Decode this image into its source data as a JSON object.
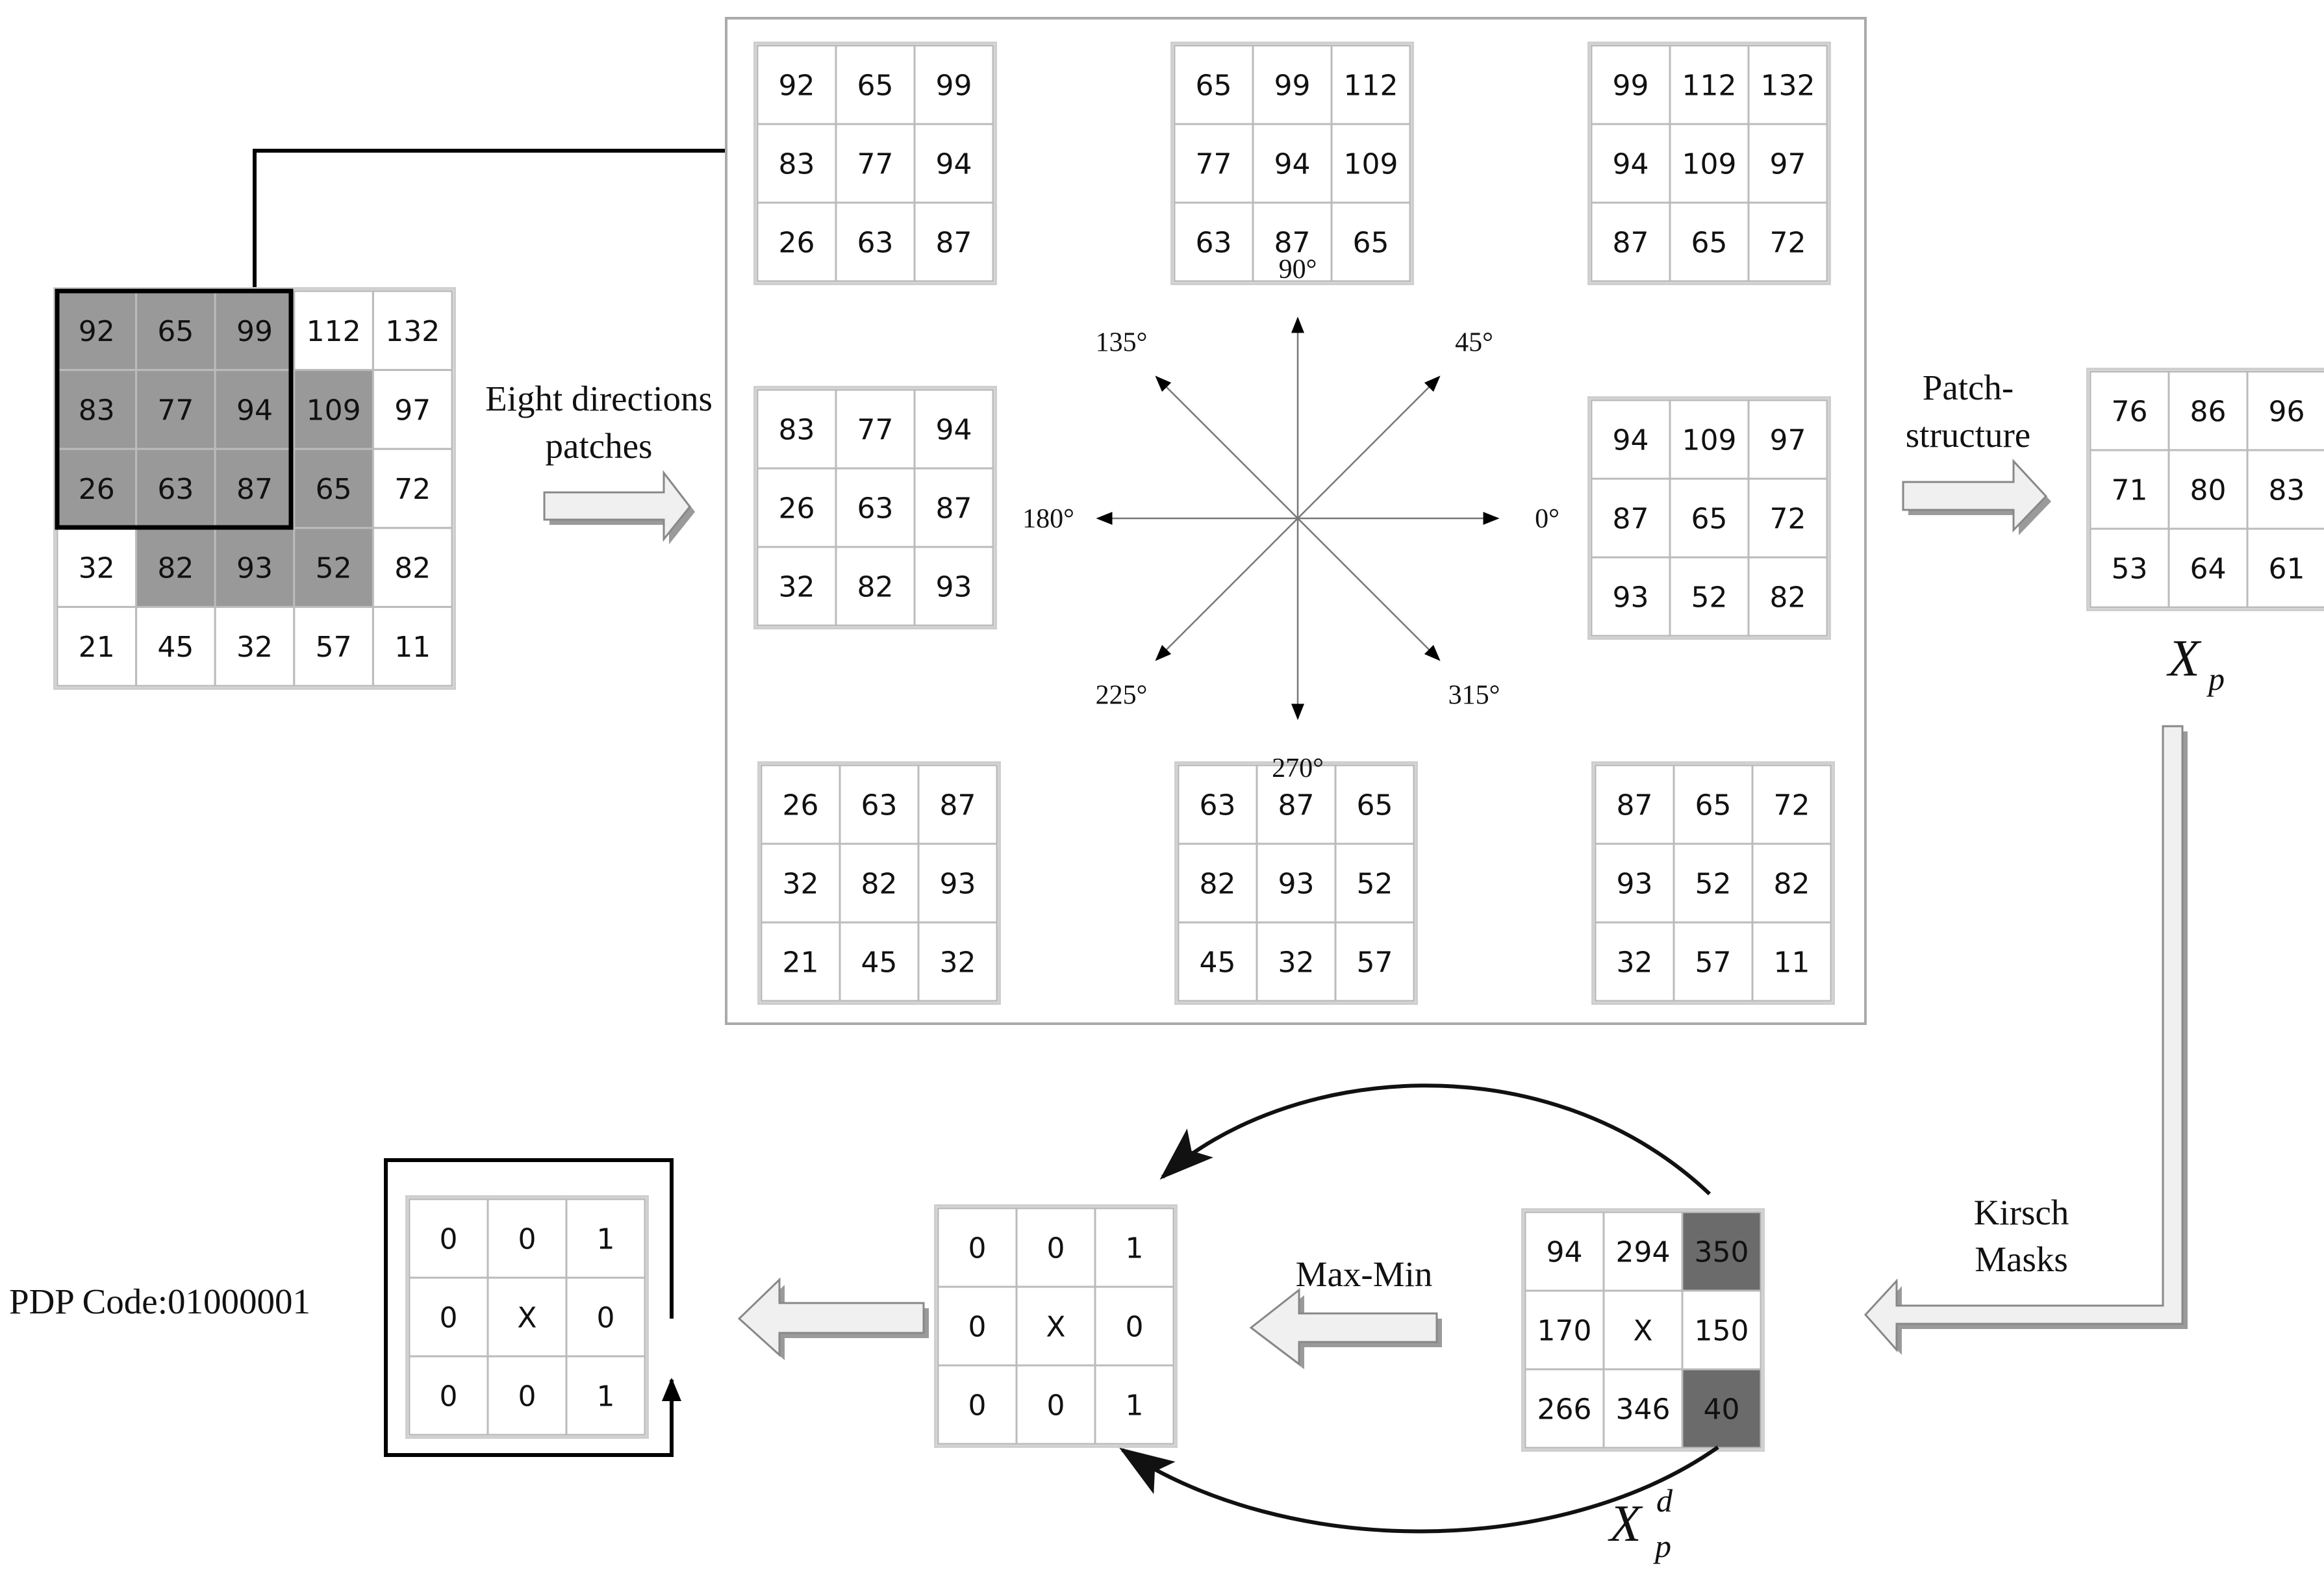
{
  "colors": {
    "cell_dark": "#999999",
    "cell_code": "#6b6b6b",
    "cell_border": "#bbbbbb",
    "hollow_arrow": "#f0f0f0",
    "line": "#000000"
  },
  "source_grid": {
    "rows": [
      [
        "92",
        "65",
        "99",
        "112",
        "132"
      ],
      [
        "83",
        "77",
        "94",
        "109",
        "97"
      ],
      [
        "26",
        "63",
        "87",
        "65",
        "72"
      ],
      [
        "32",
        "82",
        "93",
        "52",
        "82"
      ],
      [
        "21",
        "45",
        "32",
        "57",
        "11"
      ]
    ],
    "shaded": [
      [
        0,
        0
      ],
      [
        0,
        1
      ],
      [
        0,
        2
      ],
      [
        1,
        0
      ],
      [
        1,
        1
      ],
      [
        1,
        2
      ],
      [
        1,
        3
      ],
      [
        2,
        0
      ],
      [
        2,
        1
      ],
      [
        2,
        2
      ],
      [
        2,
        3
      ],
      [
        3,
        1
      ],
      [
        3,
        2
      ],
      [
        3,
        3
      ]
    ]
  },
  "labels": {
    "eight_directions": [
      "Eight directions",
      "patches"
    ],
    "patch_structure": [
      "Patch-",
      "structure"
    ],
    "kirsch": [
      "Kirsch",
      "Masks"
    ],
    "max_min": "Max-Min",
    "pdp_code": "PDP Code:01000001"
  },
  "patches": [
    {
      "rows": [
        [
          "92",
          "65",
          "99"
        ],
        [
          "83",
          "77",
          "94"
        ],
        [
          "26",
          "63",
          "87"
        ]
      ]
    },
    {
      "rows": [
        [
          "65",
          "99",
          "112"
        ],
        [
          "77",
          "94",
          "109"
        ],
        [
          "63",
          "87",
          "65"
        ]
      ]
    },
    {
      "rows": [
        [
          "99",
          "112",
          "132"
        ],
        [
          "94",
          "109",
          "97"
        ],
        [
          "87",
          "65",
          "72"
        ]
      ]
    },
    {
      "rows": [
        [
          "83",
          "77",
          "94"
        ],
        [
          "26",
          "63",
          "87"
        ],
        [
          "32",
          "82",
          "93"
        ]
      ]
    },
    {
      "rows": [
        [
          "94",
          "109",
          "97"
        ],
        [
          "87",
          "65",
          "72"
        ],
        [
          "93",
          "52",
          "82"
        ]
      ]
    },
    {
      "rows": [
        [
          "26",
          "63",
          "87"
        ],
        [
          "32",
          "82",
          "93"
        ],
        [
          "21",
          "45",
          "32"
        ]
      ]
    },
    {
      "rows": [
        [
          "63",
          "87",
          "65"
        ],
        [
          "82",
          "93",
          "52"
        ],
        [
          "45",
          "32",
          "57"
        ]
      ]
    },
    {
      "rows": [
        [
          "87",
          "65",
          "72"
        ],
        [
          "93",
          "52",
          "82"
        ],
        [
          "32",
          "57",
          "11"
        ]
      ]
    }
  ],
  "compass": {
    "angles": [
      "90°",
      "45°",
      "0°",
      "315°",
      "270°",
      "225°",
      "180°",
      "135°"
    ],
    "degree_values": [
      90,
      45,
      0,
      315,
      270,
      225,
      180,
      135
    ]
  },
  "xp_grid": {
    "rows": [
      [
        "76",
        "86",
        "96"
      ],
      [
        "71",
        "80",
        "83"
      ],
      [
        "53",
        "64",
        "61"
      ]
    ],
    "var": "X",
    "sub": "p"
  },
  "kirsch_grid": {
    "rows": [
      [
        "94",
        "294",
        "350"
      ],
      [
        "170",
        "X",
        "150"
      ],
      [
        "266",
        "346",
        "40"
      ]
    ],
    "shaded": [
      [
        0,
        2
      ],
      [
        2,
        2
      ]
    ],
    "var": "X",
    "sub": "p",
    "sup": "d"
  },
  "binary_grid": {
    "rows": [
      [
        "0",
        "0",
        "1"
      ],
      [
        "0",
        "X",
        "0"
      ],
      [
        "0",
        "0",
        "1"
      ]
    ]
  },
  "final_grid": {
    "rows": [
      [
        "0",
        "0",
        "1"
      ],
      [
        "0",
        "X",
        "0"
      ],
      [
        "0",
        "0",
        "1"
      ]
    ]
  }
}
